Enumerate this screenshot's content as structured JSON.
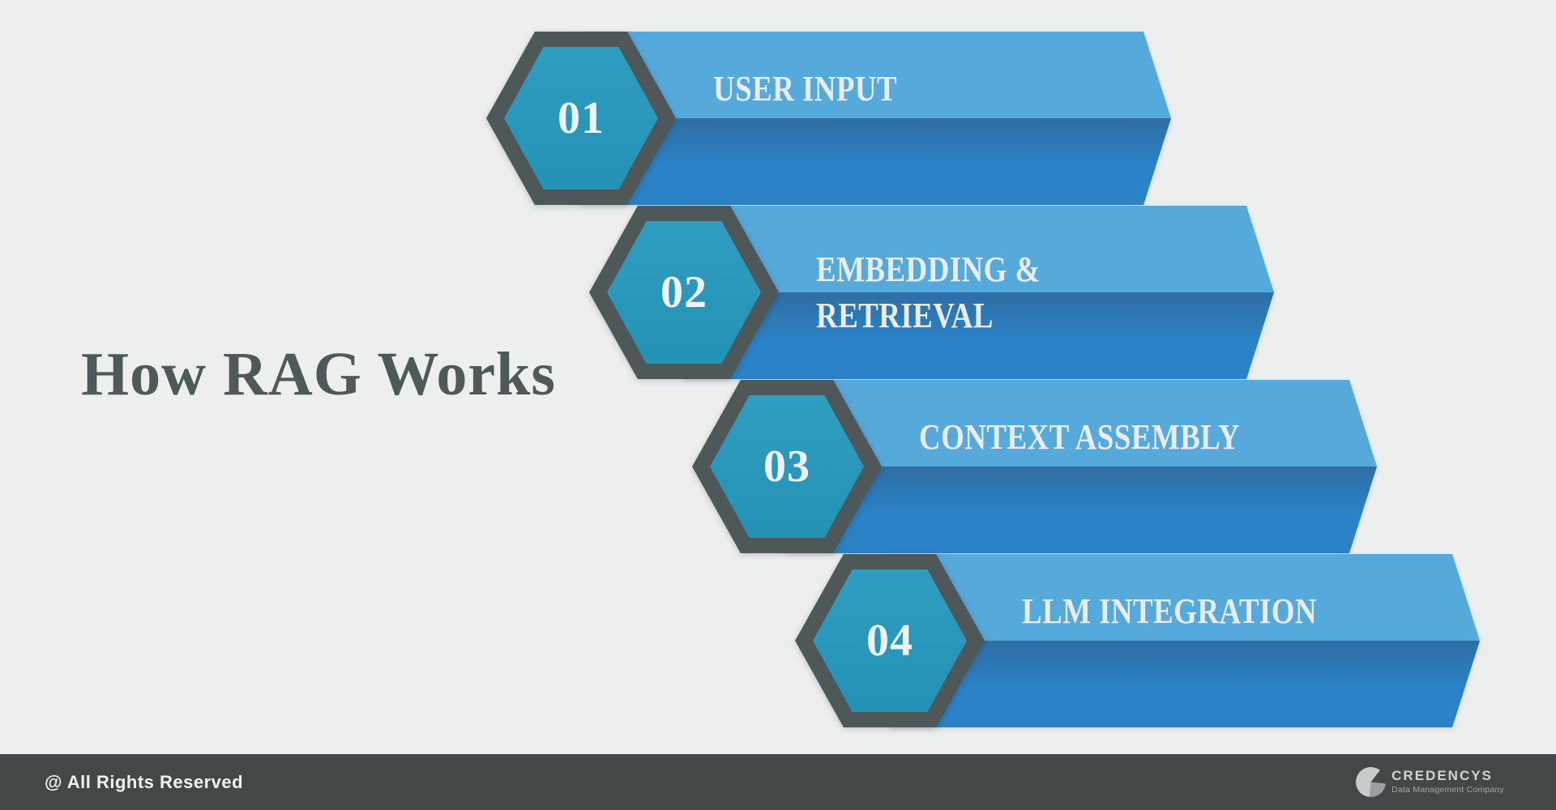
{
  "title": {
    "text": "How RAG Works"
  },
  "steps": [
    {
      "number": "01",
      "label": "USER INPUT"
    },
    {
      "number": "02",
      "label": "EMBEDDING &",
      "label2": "RETRIEVAL"
    },
    {
      "number": "03",
      "label": "CONTEXT ASSEMBLY"
    },
    {
      "number": "04",
      "label": "LLM INTEGRATION"
    }
  ],
  "footer": {
    "copyright": "@ All Rights Reserved",
    "brand": "CREDENCYS",
    "tagline": "Data Management Company"
  },
  "colors": {
    "background": "#edeeee",
    "banner_light": "#56a9db",
    "banner_dark_top": "#2e6ea4",
    "banner_dark_bottom": "#2b82c6",
    "hex_fill_top": "#2e9dbf",
    "hex_fill_bottom": "#2492b4",
    "hex_border": "#4e5859",
    "title_text": "#4d5a59",
    "footer_bar": "#444747",
    "label_text": "#e9eced",
    "number_text": "#eef2f2",
    "brand_text": "#cfd2d2",
    "tagline_text": "#a2a6a6"
  }
}
